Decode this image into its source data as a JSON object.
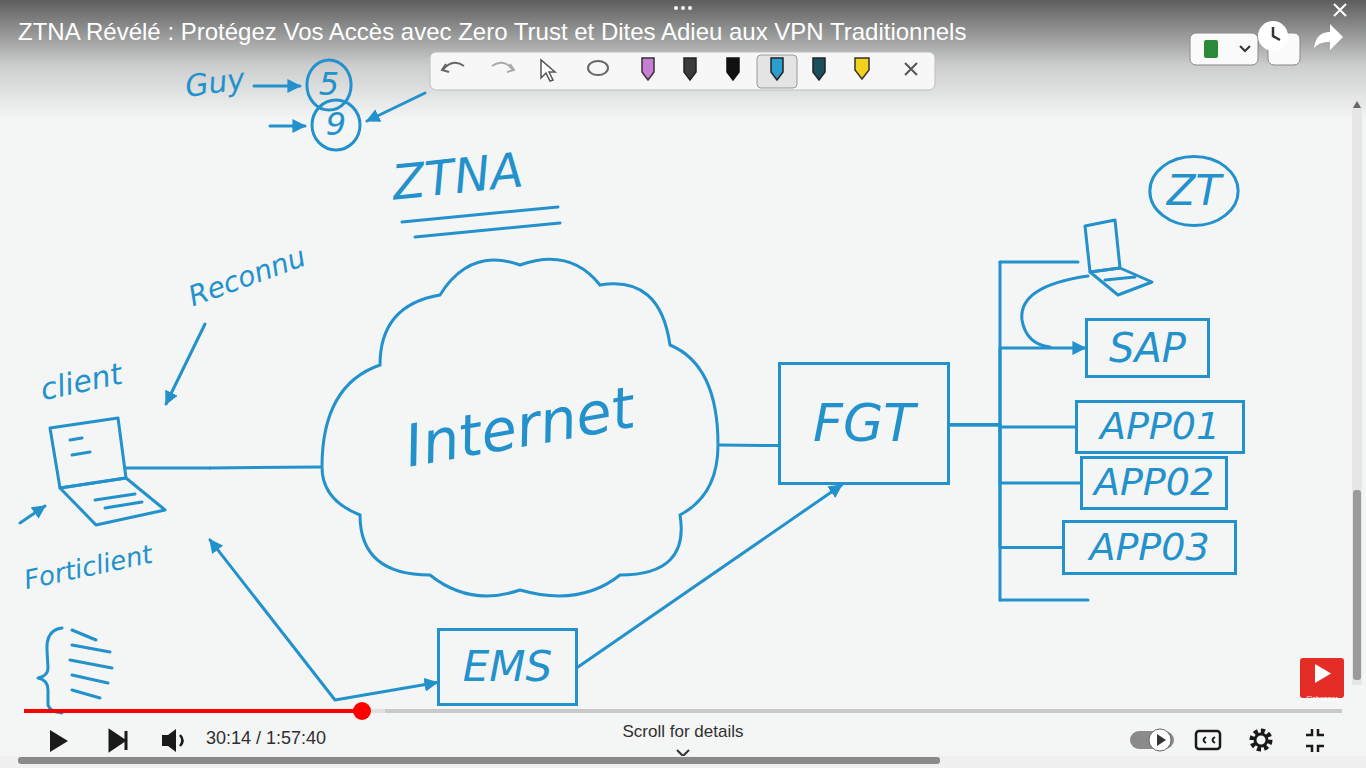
{
  "diagram": {
    "title": "ZTNA Révélé : Protégez Vos Accès avec Zero Trust et Dites Adieu aux VPN Traditionnels",
    "nodes": [
      {
        "text": [
          "5"
        ]
      },
      {
        "text": [
          "9"
        ]
      },
      {
        "text": [
          "ZT"
        ]
      },
      {
        "text": [
          "Internet"
        ]
      },
      {
        "text": [
          "SAP"
        ]
      },
      {
        "text": [
          "client",
          "Forticlient"
        ]
      },
      {
        "text": [
          "FGT"
        ]
      },
      {
        "text": [
          "APP01"
        ]
      },
      {
        "text": [
          "APP02"
        ]
      },
      {
        "text": [
          "APP03"
        ]
      },
      {
        "text": [
          "EMS"
        ]
      }
    ],
    "edges": [
      {
        "from": 5,
        "to": 3,
        "arrow": "none"
      },
      {
        "from": 3,
        "to": 6,
        "arrow": "none"
      },
      {
        "from": 6,
        "to": 4,
        "arrow": "to"
      },
      {
        "from": 6,
        "to": 7,
        "arrow": "none"
      },
      {
        "from": 6,
        "to": 8,
        "arrow": "none"
      },
      {
        "from": 6,
        "to": 9,
        "arrow": "none"
      },
      {
        "from": 5,
        "to": 10,
        "arrow": "both"
      },
      {
        "from": 10,
        "to": 6,
        "arrow": "to"
      }
    ],
    "labels": [
      "Guy",
      "ZTNA",
      "Reconnu",
      "30:14 / 1:57:40",
      "Scroll for details",
      "S'abonner"
    ]
  }
}
